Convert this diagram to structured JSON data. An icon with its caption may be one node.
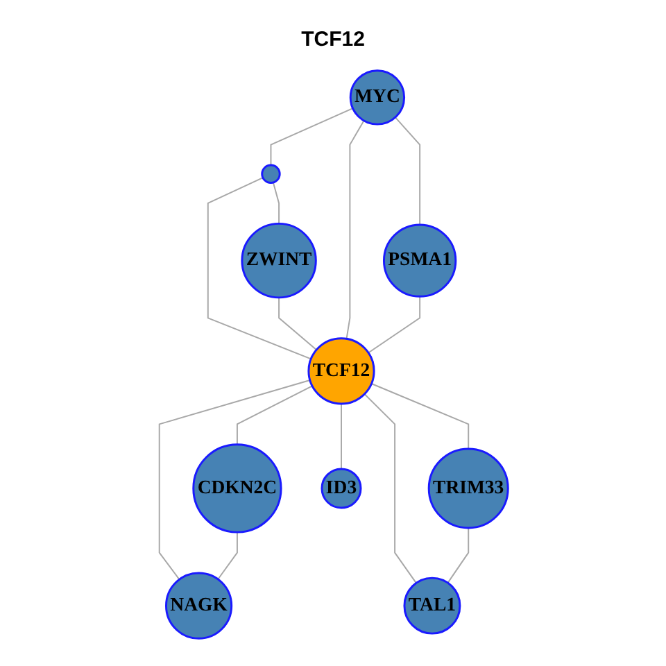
{
  "diagram": {
    "title": "TCF12",
    "nodes": [
      {
        "text": [],
        "shape": "circle"
      },
      {
        "text": [
          "ZWINT"
        ]
      },
      {
        "text": [
          "MYC"
        ]
      },
      {
        "text": [
          "PSMA1"
        ]
      },
      {
        "text": [
          "CDKN2C"
        ]
      },
      {
        "text": [
          "TCF12"
        ]
      },
      {
        "text": [
          "NAGK"
        ]
      },
      {
        "text": [
          "TRIM33"
        ]
      },
      {
        "text": [
          "TAL1"
        ]
      },
      {
        "text": [
          "ID3"
        ]
      }
    ],
    "edges": [
      {
        "from": 2,
        "to": 0,
        "arrow": "none"
      },
      {
        "from": 0,
        "to": 1,
        "arrow": "none"
      },
      {
        "from": 2,
        "to": 3,
        "arrow": "none"
      },
      {
        "from": 0,
        "to": 5,
        "arrow": "none"
      },
      {
        "from": 1,
        "to": 5,
        "arrow": "none"
      },
      {
        "from": 2,
        "to": 5,
        "arrow": "none"
      },
      {
        "from": 3,
        "to": 5,
        "arrow": "none"
      },
      {
        "from": 5,
        "to": 4,
        "arrow": "none"
      },
      {
        "from": 5,
        "to": 6,
        "arrow": "none"
      },
      {
        "from": 5,
        "to": 7,
        "arrow": "none"
      },
      {
        "from": 5,
        "to": 8,
        "arrow": "none"
      },
      {
        "from": 5,
        "to": 9,
        "arrow": "none"
      },
      {
        "from": 4,
        "to": 6,
        "arrow": "none"
      },
      {
        "from": 7,
        "to": 8,
        "arrow": "none"
      }
    ]
  }
}
